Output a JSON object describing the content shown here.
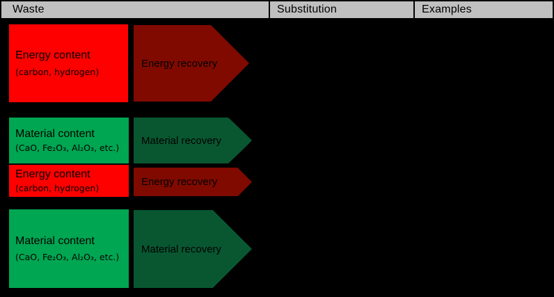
{
  "header": {
    "columns": [
      "Waste",
      "Substitution",
      "Examples"
    ]
  },
  "colors": {
    "energy_red": "#ff0000",
    "material_green": "#00a651",
    "header_bg": "#c0c0c0",
    "background": "#000000",
    "text": "#000000"
  },
  "rows": [
    {
      "waste": [
        {
          "type": "energy",
          "title": "Energy content",
          "subtitle": "(carbon, hydrogen)"
        }
      ],
      "substitution": [
        {
          "type": "energy",
          "label": "Energy recovery"
        }
      ]
    },
    {
      "waste": [
        {
          "type": "material",
          "title": "Material content",
          "subtitle": "(CaO, Fe₂O₃, Al₂O₃, etc.)"
        },
        {
          "type": "energy",
          "title": "Energy content",
          "subtitle": "(carbon, hydrogen)"
        }
      ],
      "substitution": [
        {
          "type": "material",
          "label": "Material recovery"
        },
        {
          "type": "energy",
          "label": "Energy recovery"
        }
      ]
    },
    {
      "waste": [
        {
          "type": "material",
          "title": "Material content",
          "subtitle": "(CaO, Fe₂O₃, Al₂O₃, etc.)"
        }
      ],
      "substitution": [
        {
          "type": "material",
          "label": "Material recovery"
        }
      ]
    }
  ]
}
